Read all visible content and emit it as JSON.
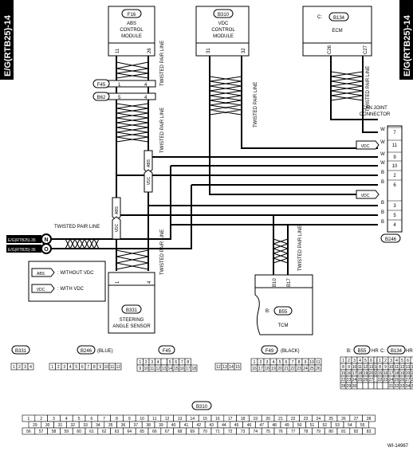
{
  "side_labels": {
    "left": "E/G(RTB25)-14",
    "right": "E/G(RTB25)-14"
  },
  "modules": {
    "abs": {
      "connector": "F16",
      "line1": "ABS",
      "line2": "CONTROL",
      "line3": "MODULE",
      "pin_left": "11",
      "pin_right": "26"
    },
    "vdc": {
      "connector": "B310",
      "line1": "VDC",
      "line2": "CONTROL",
      "line3": "MODULE",
      "pin_left": "31",
      "pin_right": "32"
    },
    "ecm": {
      "connector_prefix": "C:",
      "connector": "B134",
      "name": "ECM",
      "pin_left": "C26",
      "pin_right": "C27"
    },
    "steering": {
      "connector": "B331",
      "line1": "STEERING",
      "line2": "ANGLE SENSOR",
      "pin_left": "1",
      "pin_right": "4"
    },
    "tcm": {
      "connector_prefix": "B:",
      "connector": "B55",
      "name": "TCM",
      "pin_left": "B10",
      "pin_right": "B17"
    }
  },
  "connectors": {
    "f45": "F45",
    "b62": "B62",
    "abs_pins_a": [
      "1",
      "4"
    ],
    "abs_pins_b": [
      "5",
      "4"
    ],
    "can_joint_line1": "CAN JOINT",
    "can_joint_line2": "CONNECTOR",
    "can_joint_ref": "B246",
    "can_joint_pins": [
      "7",
      "11",
      "9",
      "10",
      "2",
      "6",
      "3",
      "5",
      "4"
    ],
    "can_joint_colors": [
      "W",
      "W",
      "W",
      "W",
      "B",
      "B",
      "B",
      "B",
      "B"
    ]
  },
  "twisted": {
    "abs_top": "TWISTED PAIR LINE",
    "abs_mid": "TWISTED PAIR LINE",
    "abs_low": "TWISTED PAIR LINE",
    "vdc": "TWISTED PAIR LINE",
    "ecm": "TWISTED PAIR LINE",
    "tcm": "TWISTED PAIR LINE",
    "horizontal": "TWISTED PAIR LINE"
  },
  "ext_refs": {
    "top": "E/G(RTB25)-35",
    "bottom": "E/G(RTB25)-36",
    "top_letter": "N",
    "bottom_letter": "O"
  },
  "tags": {
    "abs": "ABS",
    "vdc": "VDC"
  },
  "legend": {
    "abs_text": ": WITHOUT VDC",
    "vdc_text": ": WITH VDC",
    "abs_tag": "ABS",
    "vdc_tag": "VDC"
  },
  "wire_colors": {
    "w": "W",
    "b": "B"
  },
  "bottom_connectors": {
    "b331": {
      "label": "B331",
      "pins": [
        "1",
        "2",
        "3",
        "4"
      ]
    },
    "b246": {
      "label": "B246",
      "suffix": "(BLUE)",
      "pins": [
        "1",
        "2",
        "3",
        "4",
        "5",
        "6",
        "7",
        "8",
        "9",
        "10",
        "11",
        "12"
      ]
    },
    "f45": {
      "label": "F45",
      "row1": [
        "1",
        "2",
        "3",
        "4",
        "",
        "5",
        "6",
        "7",
        "8"
      ],
      "row2": [
        "9",
        "10",
        "11",
        "12",
        "13",
        "14",
        "15",
        "16",
        "17",
        "18"
      ]
    },
    "f49": {
      "label": "F49",
      "suffix": "(BLACK)",
      "left": [
        "12",
        "13",
        "14",
        "15"
      ],
      "row1": [
        "1",
        "2",
        "3",
        "4",
        "5",
        "6",
        "7",
        "8",
        "9",
        "10",
        "11"
      ],
      "row2": [
        "16",
        "17",
        "18",
        "19",
        "20",
        "21",
        "22",
        "23",
        "24",
        "25",
        "26"
      ]
    },
    "b55": {
      "prefix": "B:",
      "label": "B55",
      "suffix": "HR",
      "rows": [
        [
          "1",
          "2",
          "3",
          "4",
          "5",
          "6",
          "7"
        ],
        [
          "8",
          "9",
          "10",
          "11",
          "12",
          "13",
          "14"
        ],
        [
          "15",
          "16",
          "17",
          "18",
          "19",
          "20",
          "21"
        ],
        [
          "22",
          "23",
          "24",
          "25",
          "26",
          "27",
          ""
        ],
        [
          "28",
          "29",
          "30",
          "",
          "",
          "",
          ""
        ]
      ]
    },
    "b134": {
      "prefix": "C:",
      "label": "B134",
      "suffix": "HR",
      "rows": [
        [
          "1",
          "2",
          "3",
          "4",
          "5",
          "6",
          "7"
        ],
        [
          "8",
          "9",
          "10",
          "11",
          "12",
          "13",
          "14"
        ],
        [
          "15",
          "16",
          "17",
          "18",
          "19",
          "20",
          "21"
        ],
        [
          "22",
          "23",
          "24",
          "25",
          "26",
          "27",
          "28"
        ],
        [
          "",
          "",
          "31",
          "32",
          "33",
          "34",
          "35"
        ]
      ]
    },
    "b310": {
      "label": "B310",
      "row1": [
        "1",
        "2",
        "3",
        "4",
        "5",
        "6",
        "7",
        "8",
        "9",
        "10",
        "11",
        "12",
        "13",
        "14",
        "15",
        "16",
        "17",
        "18",
        "19",
        "20",
        "21",
        "22",
        "23",
        "24",
        "25",
        "26",
        "27",
        "28"
      ],
      "row2": [
        "29",
        "30",
        "31",
        "32",
        "33",
        "34",
        "35",
        "36",
        "37",
        "38",
        "39",
        "40",
        "41",
        "42",
        "43",
        "44",
        "45",
        "46",
        "47",
        "48",
        "49",
        "50",
        "51",
        "52",
        "53",
        "54",
        "55"
      ],
      "row3": [
        "56",
        "57",
        "58",
        "59",
        "60",
        "61",
        "62",
        "63",
        "64",
        "65",
        "66",
        "67",
        "68",
        "69",
        "70",
        "71",
        "72",
        "73",
        "74",
        "75",
        "76",
        "77",
        "78",
        "79",
        "80",
        "81",
        "82",
        "83"
      ]
    }
  },
  "figure_id": "WI-14967"
}
